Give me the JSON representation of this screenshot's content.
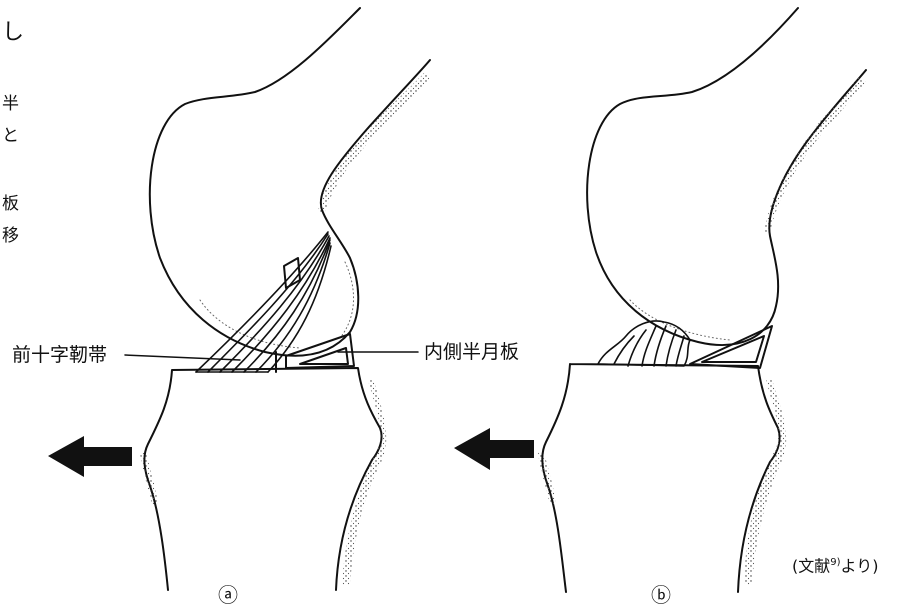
{
  "panels": [
    {
      "id": "a",
      "label": "ⓐ"
    },
    {
      "id": "b",
      "label": "ⓑ"
    }
  ],
  "labels": {
    "acl": "前十字靭帯",
    "medial_meniscus": "内側半月板"
  },
  "source": {
    "prefix": "(文献",
    "ref": "9)",
    "suffix": "より)"
  },
  "edge_glyphs": [
    "し",
    "半",
    "と",
    "板",
    "移"
  ]
}
